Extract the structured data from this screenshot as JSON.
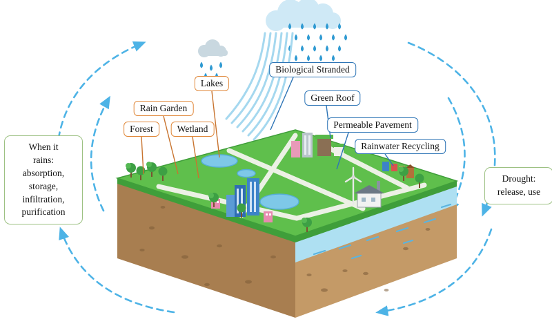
{
  "figure": {
    "description": "Sponge city rainwater cycle diagram with isometric land block, rain clouds, and circulating dashed arrows"
  },
  "notes": {
    "rain": "When it\nrains:\nabsorption,\nstorage,\ninfiltration,\npurification",
    "drought": "Drought:\nrelease, use"
  },
  "labels": {
    "natural": [
      {
        "text": "Lakes"
      },
      {
        "text": "Rain Garden"
      },
      {
        "text": "Forest"
      },
      {
        "text": "Wetland"
      }
    ],
    "engineered": [
      {
        "text": "Biological Stranded"
      },
      {
        "text": "Green Roof"
      },
      {
        "text": "Permeable Pavement"
      },
      {
        "text": "Rainwater Recycling"
      }
    ]
  },
  "colors": {
    "label_orange": "#e0883a",
    "label_blue": "#2e75b6",
    "note_green": "#9dc183",
    "arrow_blue": "#4db3e6",
    "rain_blue": "#2f9ad2",
    "grass_green": "#5fbf4c",
    "grass_edge_green": "#3f9e3a",
    "soil_left": "#a87e50",
    "soil_right": "#c49a67",
    "water_layer_blue": "#aee0f2"
  }
}
